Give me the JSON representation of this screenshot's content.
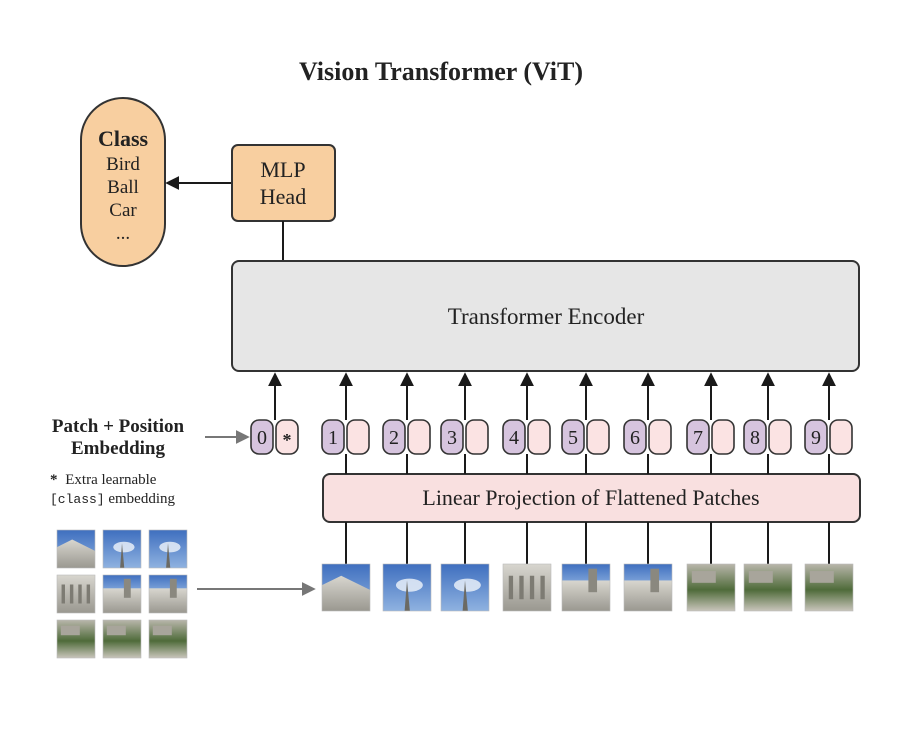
{
  "title": "Vision Transformer (ViT)",
  "class_box": {
    "heading": "Class",
    "items": [
      "Bird",
      "Ball",
      "Car",
      "..."
    ]
  },
  "mlp_head": {
    "line1": "MLP",
    "line2": "Head"
  },
  "encoder": {
    "label": "Transformer Encoder"
  },
  "projection": {
    "label": "Linear Projection of Flattened Patches"
  },
  "embedding_label": {
    "line1": "Patch + Position",
    "line2": "Embedding"
  },
  "footnote": {
    "star": "*",
    "line1": "Extra learnable",
    "code": "[class]",
    "line2_suffix": " embedding"
  },
  "tokens": [
    {
      "index": "0",
      "mark": "*"
    },
    {
      "index": "1",
      "mark": ""
    },
    {
      "index": "2",
      "mark": ""
    },
    {
      "index": "3",
      "mark": ""
    },
    {
      "index": "4",
      "mark": ""
    },
    {
      "index": "5",
      "mark": ""
    },
    {
      "index": "6",
      "mark": ""
    },
    {
      "index": "7",
      "mark": ""
    },
    {
      "index": "8",
      "mark": ""
    },
    {
      "index": "9",
      "mark": ""
    }
  ],
  "colors": {
    "orange_fill": "#f8cfa0",
    "encoder_fill": "#e6e6e6",
    "projection_fill": "#f9e0e0",
    "position_fill": "#d6c4de",
    "patch_fill": "#fbe3e3",
    "stroke": "#333333",
    "arrow": "#1a1a1a",
    "grey_arrow": "#777777"
  }
}
